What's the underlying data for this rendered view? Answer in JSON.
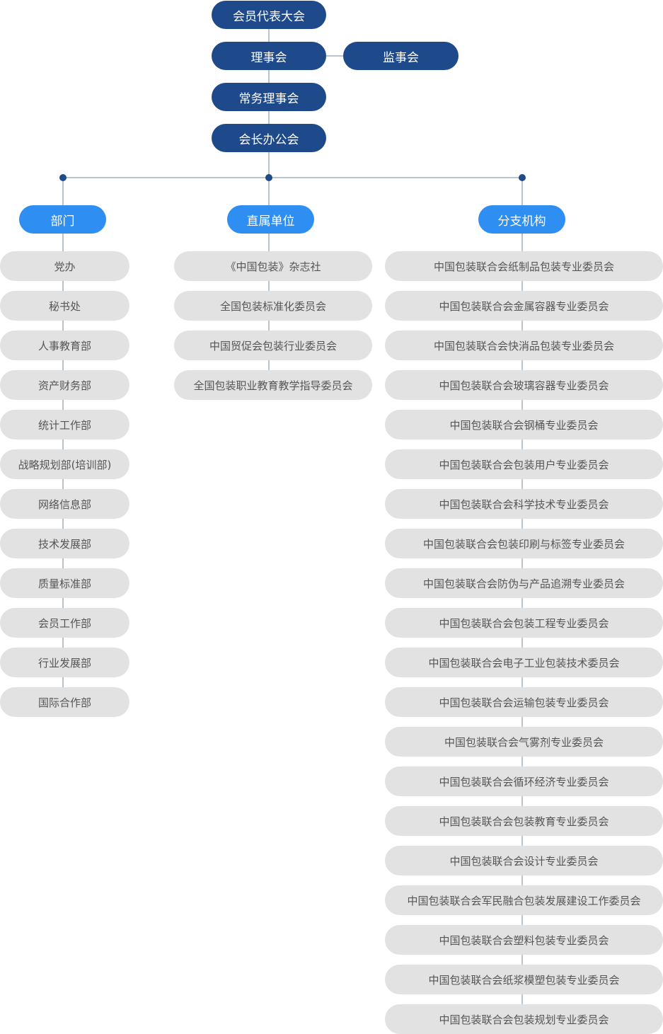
{
  "top": {
    "assembly": "会员代表大会",
    "council": "理事会",
    "supervisors": "监事会",
    "standing": "常务理事会",
    "office": "会长办公会"
  },
  "groups": [
    {
      "title": "部门",
      "items": [
        "党办",
        "秘书处",
        "人事教育部",
        "资产财务部",
        "统计工作部",
        "战略规划部(培训部)",
        "网络信息部",
        "技术发展部",
        "质量标准部",
        "会员工作部",
        "行业发展部",
        "国际合作部"
      ]
    },
    {
      "title": "直属单位",
      "items": [
        "《中国包装》杂志社",
        "全国包装标准化委员会",
        "中国贸促会包装行业委员会",
        "全国包装职业教育教学指导委员会"
      ]
    },
    {
      "title": "分支机构",
      "items": [
        "中国包装联合会纸制品包装专业委员会",
        "中国包装联合会金属容器专业委员会",
        "中国包装联合会快消品包装专业委员会",
        "中国包装联合会玻璃容器专业委员会",
        "中国包装联合会钢桶专业委员会",
        "中国包装联合会包装用户专业委员会",
        "中国包装联合会科学技术专业委员会",
        "中国包装联合会包装印刷与标签专业委员会",
        "中国包装联合会防伪与产品追溯专业委员会",
        "中国包装联合会包装工程专业委员会",
        "中国包装联合会电子工业包装技术委员会",
        "中国包装联合会运输包装专业委员会",
        "中国包装联合会气雾剂专业委员会",
        "中国包装联合会循环经济专业委员会",
        "中国包装联合会包装教育专业委员会",
        "中国包装联合会设计专业委员会",
        "中国包装联合会军民融合包装发展建设工作委员会",
        "中国包装联合会塑料包装专业委员会",
        "中国包装联合会纸浆模塑包装专业委员会",
        "中国包装联合会包装规划专业委员会"
      ]
    }
  ],
  "colors": {
    "dark_node": "#1e4a8c",
    "blue_node": "#2f8ef2",
    "grey_node": "#e2e2e2",
    "line": "#b9c3cc",
    "dot": "#1f4a8a"
  }
}
